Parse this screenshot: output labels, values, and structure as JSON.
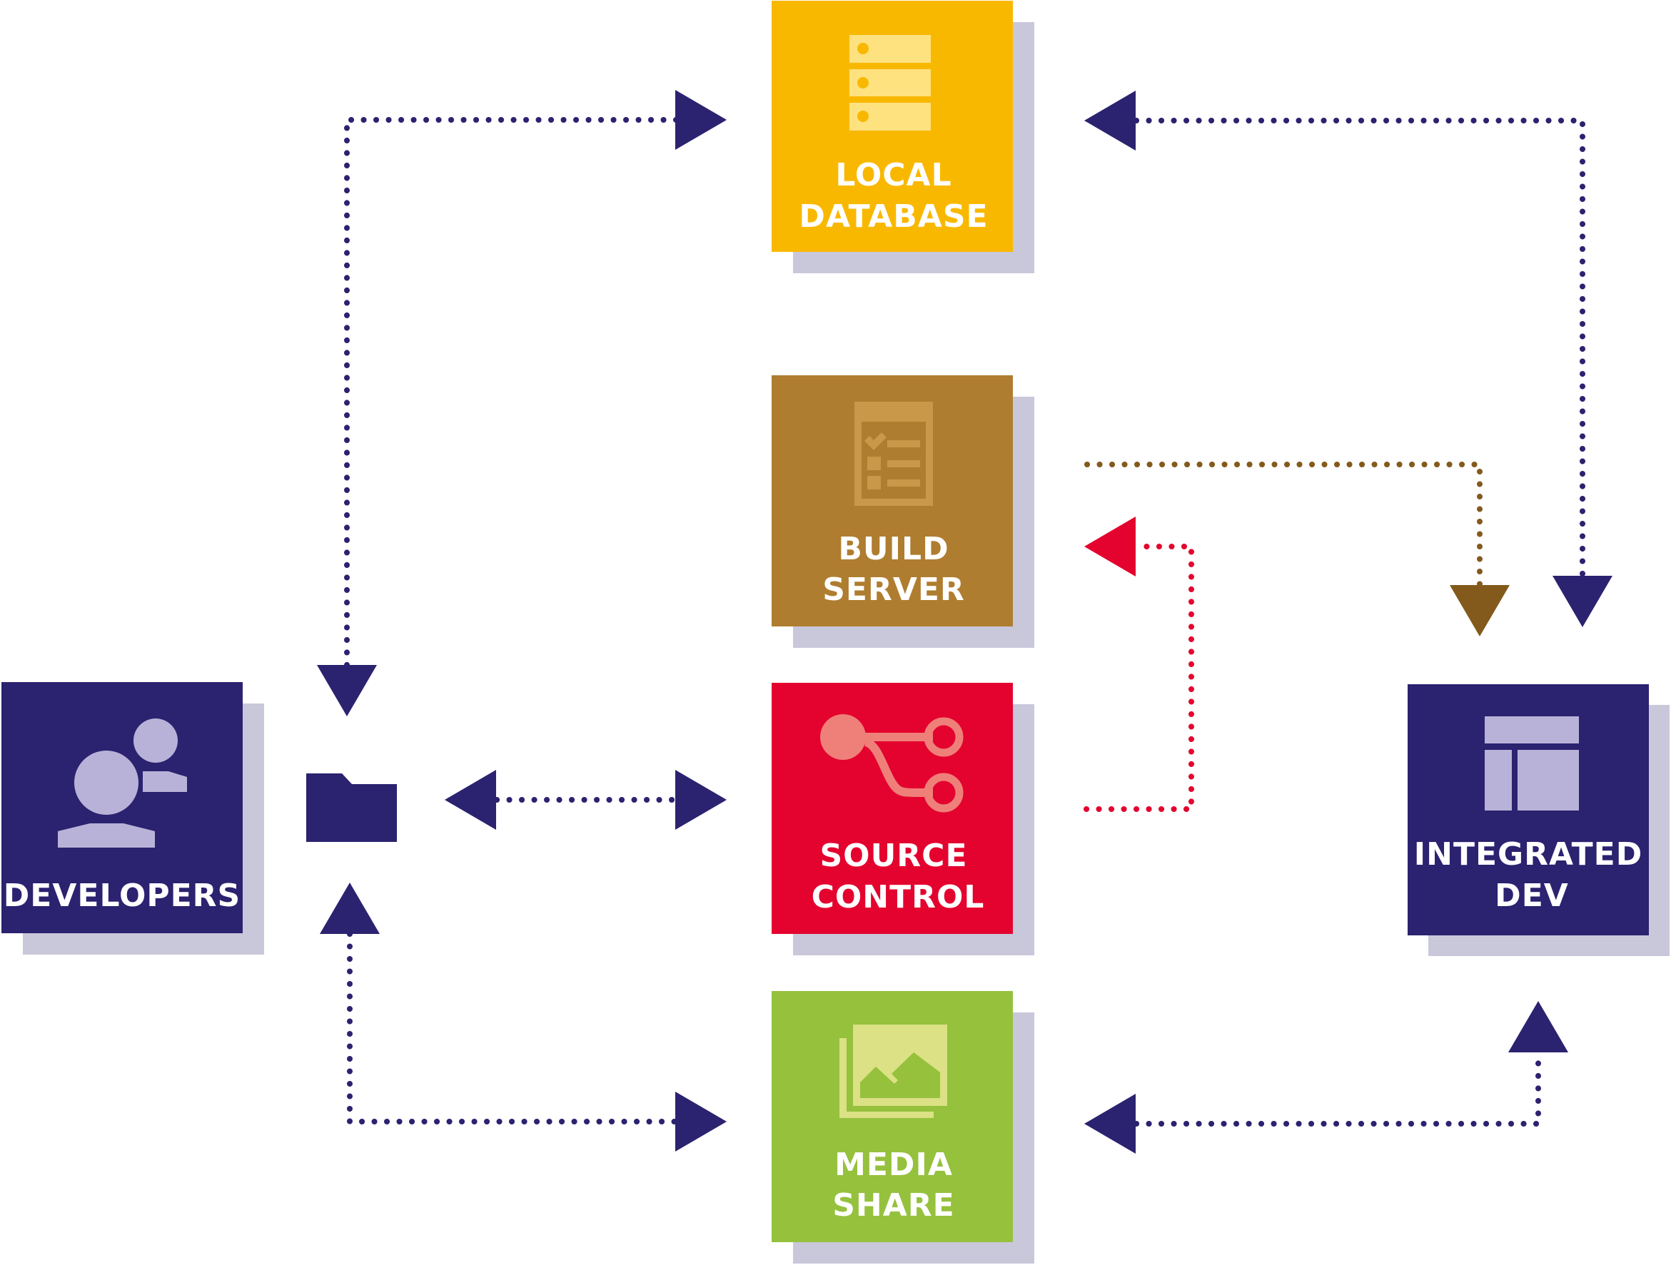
{
  "diagram": {
    "title": "Developer environment infrastructure",
    "colors": {
      "navy": "#2b2270",
      "lavender_icon": "#b9b2d8",
      "shadow": "#c9c7da",
      "yellow": "#f9b800",
      "yellow_icon": "#fde27f",
      "brown": "#af7d2f",
      "brown_icon": "#c99848",
      "brown_arrow": "#835a1c",
      "red": "#e4032e",
      "red_icon": "#ef8079",
      "green": "#95c13d",
      "green_icon": "#dbe184"
    },
    "nodes": [
      {
        "id": "developers",
        "lines": [
          "DEVELOPERS"
        ],
        "icon": "users-icon",
        "color": "navy"
      },
      {
        "id": "local-database",
        "lines": [
          "LOCAL",
          "DATABASE"
        ],
        "icon": "server-stack-icon",
        "color": "yellow"
      },
      {
        "id": "build-server",
        "lines": [
          "BUILD",
          "SERVER"
        ],
        "icon": "clipboard-checklist-icon",
        "color": "brown"
      },
      {
        "id": "source-control",
        "lines": [
          "SOURCE",
          "CONTROL"
        ],
        "icon": "branch-icon",
        "color": "red"
      },
      {
        "id": "media-share",
        "lines": [
          "MEDIA",
          "SHARE"
        ],
        "icon": "image-gallery-icon",
        "color": "green"
      },
      {
        "id": "integrated-dev",
        "lines": [
          "INTEGRATED",
          "DEV"
        ],
        "icon": "layout-icon",
        "color": "navy"
      },
      {
        "id": "shared-folder",
        "lines": [],
        "icon": "folder-icon",
        "color": "navy"
      }
    ],
    "connections": [
      {
        "from": "shared-folder",
        "to": "local-database",
        "direction": "bidirectional",
        "color": "navy"
      },
      {
        "from": "shared-folder",
        "to": "source-control",
        "direction": "bidirectional",
        "color": "navy"
      },
      {
        "from": "shared-folder",
        "to": "media-share",
        "direction": "bidirectional",
        "color": "navy"
      },
      {
        "from": "local-database",
        "to": "integrated-dev",
        "direction": "bidirectional",
        "color": "navy"
      },
      {
        "from": "media-share",
        "to": "integrated-dev",
        "direction": "bidirectional",
        "color": "navy"
      },
      {
        "from": "build-server",
        "to": "integrated-dev",
        "direction": "forward",
        "color": "brown_arrow"
      },
      {
        "from": "source-control",
        "to": "build-server",
        "direction": "forward",
        "color": "red"
      }
    ]
  }
}
